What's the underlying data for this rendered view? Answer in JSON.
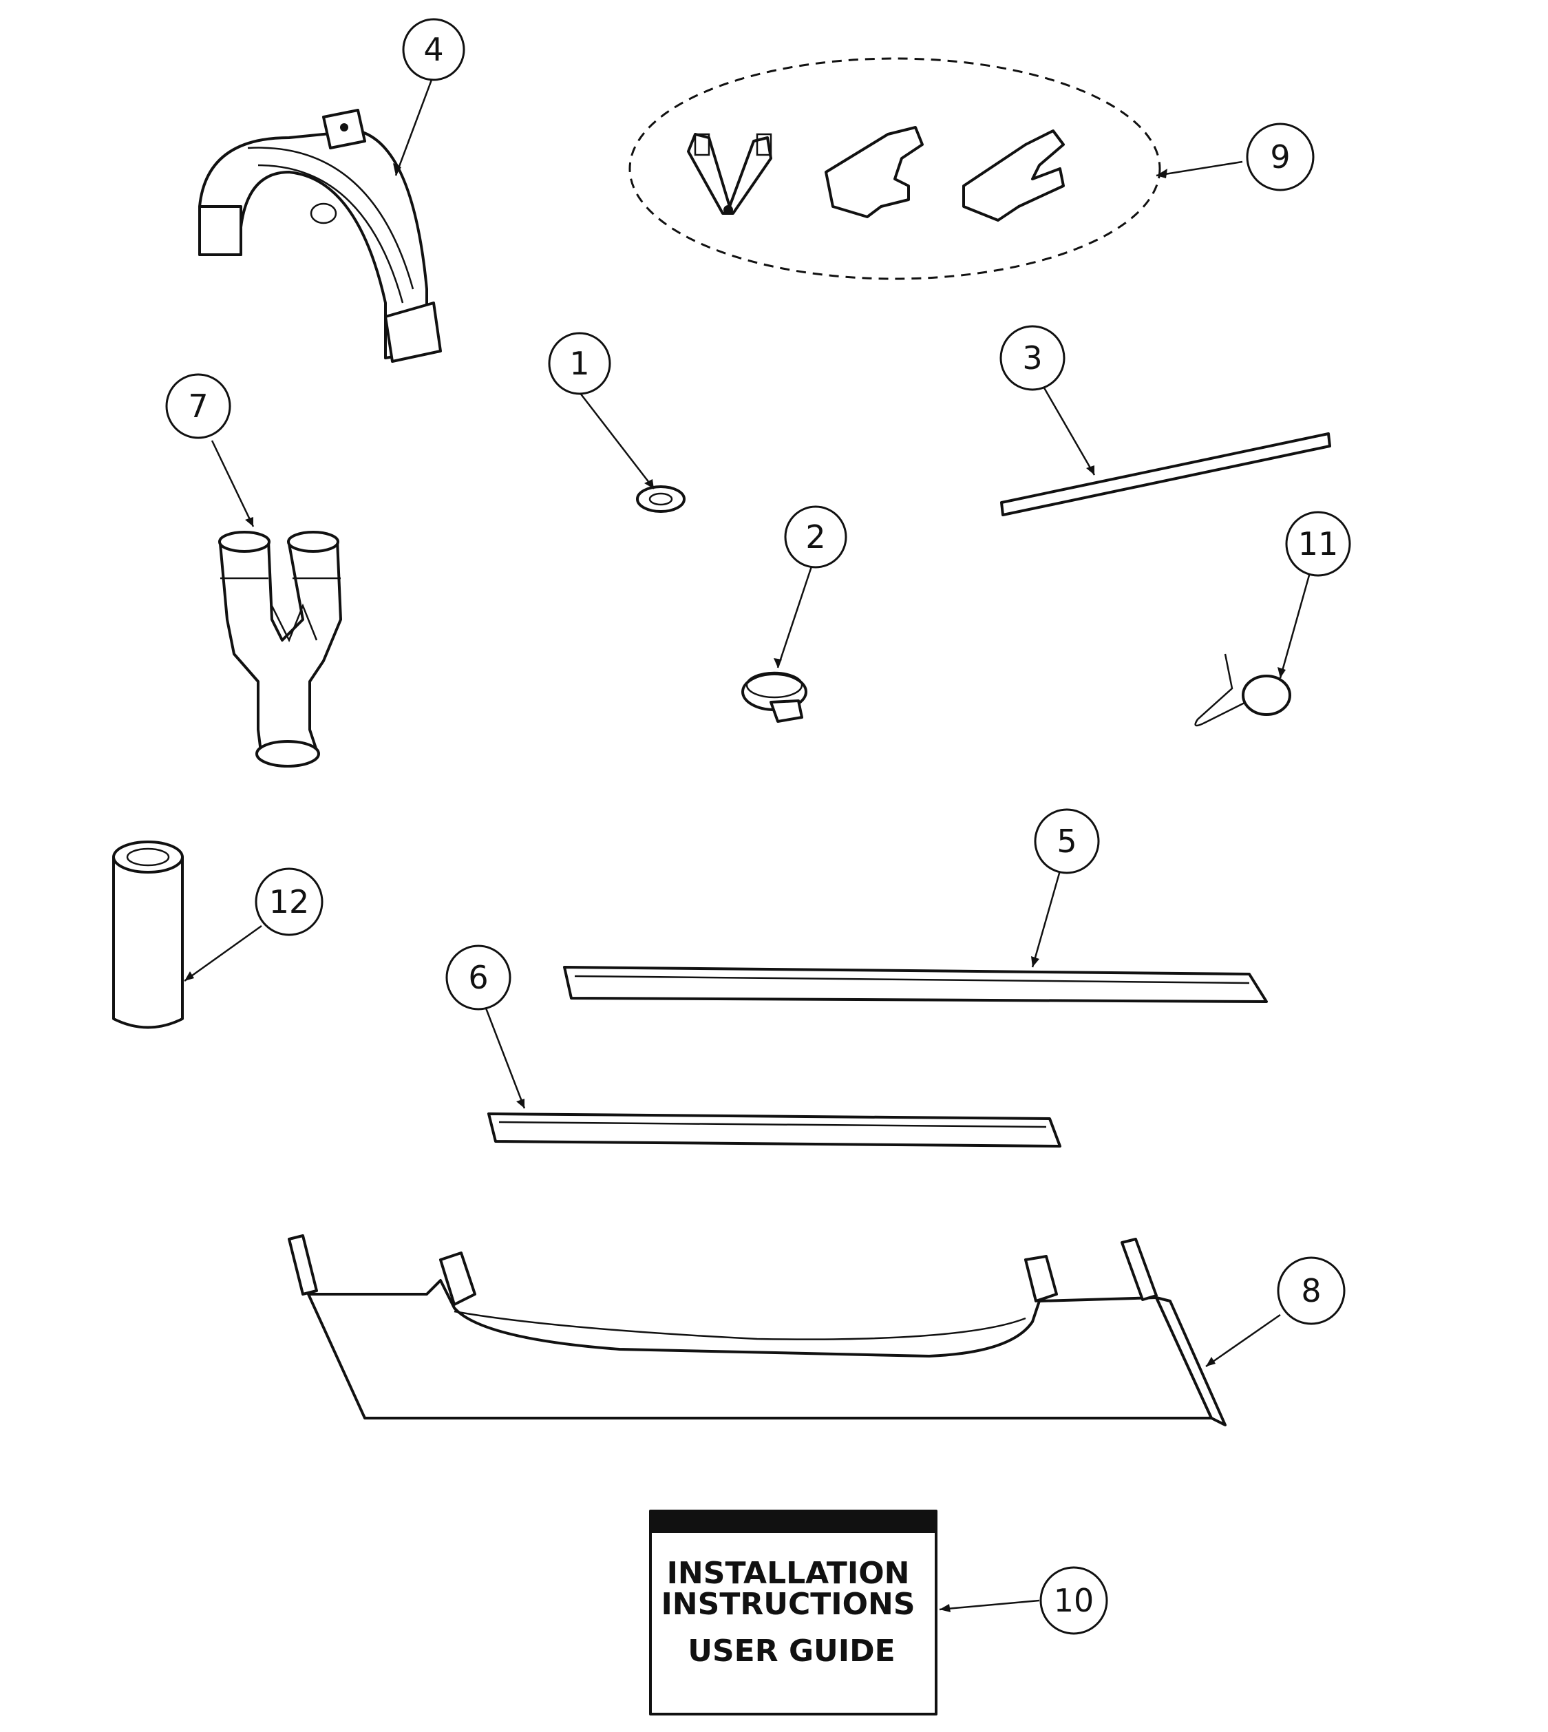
{
  "callouts": [
    {
      "id": "1",
      "label": "1"
    },
    {
      "id": "2",
      "label": "2"
    },
    {
      "id": "3",
      "label": "3"
    },
    {
      "id": "4",
      "label": "4"
    },
    {
      "id": "5",
      "label": "5"
    },
    {
      "id": "6",
      "label": "6"
    },
    {
      "id": "7",
      "label": "7"
    },
    {
      "id": "8",
      "label": "8"
    },
    {
      "id": "9",
      "label": "9"
    },
    {
      "id": "10",
      "label": "10"
    },
    {
      "id": "11",
      "label": "11"
    },
    {
      "id": "12",
      "label": "12"
    }
  ],
  "booklet": {
    "line1": "INSTALLATION",
    "line2": "INSTRUCTIONS",
    "line3": "USER GUIDE"
  }
}
